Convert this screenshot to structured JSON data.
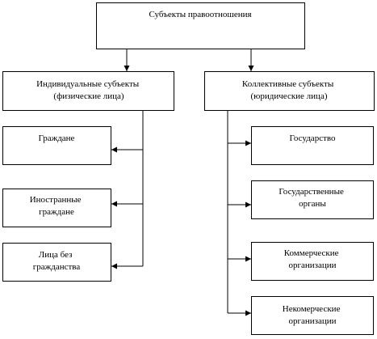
{
  "nodes": {
    "root": {
      "lines": [
        "Субъекты правоотношения"
      ]
    },
    "individual": {
      "lines": [
        "Индивидуальные субъекты",
        "(физические лица)"
      ]
    },
    "collective": {
      "lines": [
        "Коллективные субъекты",
        "(юридические лица)"
      ]
    },
    "citizens": {
      "lines": [
        "Граждане"
      ]
    },
    "foreign_citizens": {
      "lines": [
        "Иностранные",
        "граждане"
      ]
    },
    "stateless": {
      "lines": [
        "Лица без",
        "гражданства"
      ]
    },
    "state": {
      "lines": [
        "Государство"
      ]
    },
    "state_bodies": {
      "lines": [
        "Государственные",
        "органы"
      ]
    },
    "commercial": {
      "lines": [
        "Коммерческие",
        "организации"
      ]
    },
    "noncommercial": {
      "lines": [
        "Некомерческие",
        "организации"
      ]
    }
  }
}
